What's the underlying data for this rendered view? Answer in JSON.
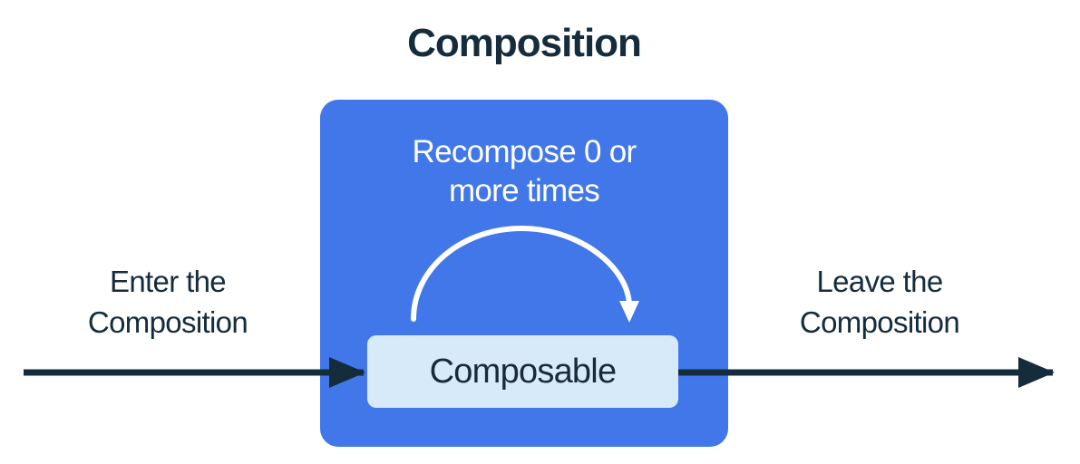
{
  "diagram": {
    "title": "Composition",
    "recompose_label": {
      "line1": "Recompose 0 or",
      "line2": "more times"
    },
    "composable_label": "Composable",
    "enter_label": {
      "line1": "Enter the",
      "line2": "Composition"
    },
    "leave_label": {
      "line1": "Leave the",
      "line2": "Composition"
    },
    "colors": {
      "background": "#FFFFFF",
      "composition_box_blue": "#4177E9",
      "composable_box_light_blue": "#D7EAFA",
      "text_and_arrow_dark_navy": "#152C3D",
      "recompose_arc_white": "#FFFFFF"
    }
  }
}
